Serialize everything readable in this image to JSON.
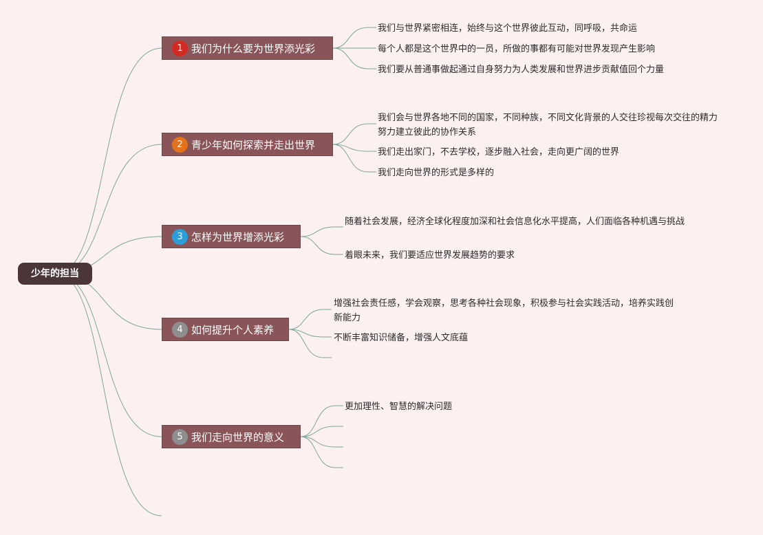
{
  "colors": {
    "background": "#fdf0f0",
    "root": "#4a3538",
    "topic": "#8a5558",
    "link": "#7aa69a",
    "badges": [
      "#d42a22",
      "#e2721c",
      "#2a9fdb",
      "#8e8e8e",
      "#8e8e8e"
    ]
  },
  "root": {
    "label": "少年的担当"
  },
  "topics": [
    {
      "number": "1",
      "label": "我们为什么要为世界添光彩",
      "items": [
        "我们与世界紧密相连，始终与这个世界彼此互动，同呼吸，共命运",
        "每个人都是这个世界中的一员，所做的事都有可能对世界发现产生影响",
        "我们要从普通事做起通过自身努力为人类发展和世界进步贡献值回个力量"
      ]
    },
    {
      "number": "2",
      "label": "青少年如何探索并走出世界",
      "items": [
        "我们会与世界各地不同的国家，不同种族，不同文化背景的人交往珍视每次交往的精力努力建立彼此的协作关系",
        "我们走出家门，不去学校，逐步融入社会，走向更广阔的世界",
        "我们走向世界的形式是多样的"
      ]
    },
    {
      "number": "3",
      "label": "怎样为世界增添光彩",
      "items": [
        "随着社会发展，经济全球化程度加深和社会信息化水平提高，人们面临各种机遇与挑战",
        "着眼未来，我们要适应世界发展趋势的要求"
      ]
    },
    {
      "number": "4",
      "label": "如何提升个人素养",
      "items": [
        "增强社会责任感，学会观察，思考各种社会现象，积极参与社会实践活动，培养实践创新能力",
        "不断丰富知识储备，增强人文底蕴",
        ""
      ]
    },
    {
      "number": "5",
      "label": "我们走向世界的意义",
      "items": [
        "更加理性、智慧的解决问题",
        "",
        "",
        ""
      ]
    }
  ]
}
